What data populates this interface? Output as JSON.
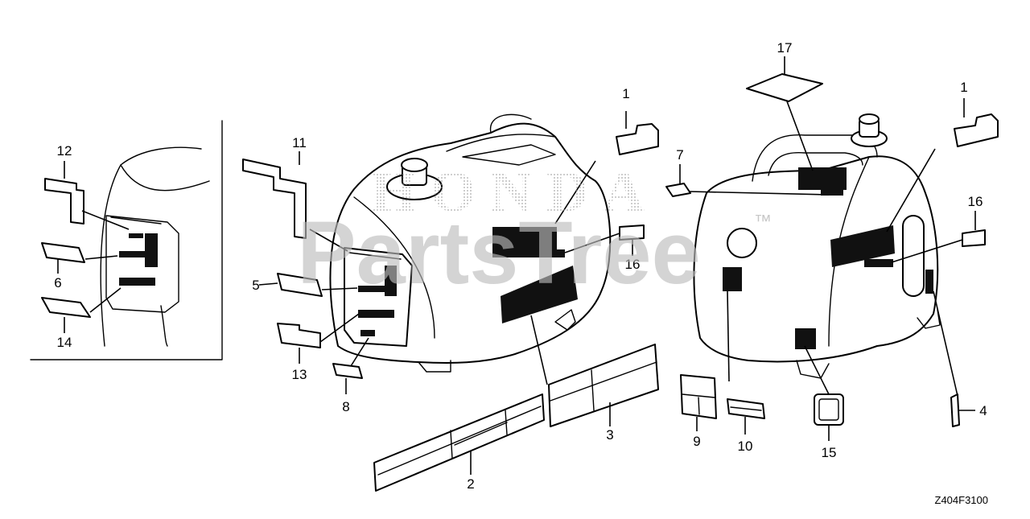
{
  "watermark": {
    "brand_text": "HONDA",
    "site_text": "PartsTree",
    "trademark": "™",
    "color": "#bdbdbd"
  },
  "diagram_code": "Z404F3100",
  "callouts": {
    "c1a": "1",
    "c1b": "1",
    "c2": "2",
    "c3": "3",
    "c4": "4",
    "c5": "5",
    "c6": "6",
    "c7": "7",
    "c8": "8",
    "c9": "9",
    "c10": "10",
    "c11": "11",
    "c12": "12",
    "c13": "13",
    "c14": "14",
    "c15": "15",
    "c16a": "16",
    "c16b": "16",
    "c17": "17"
  }
}
